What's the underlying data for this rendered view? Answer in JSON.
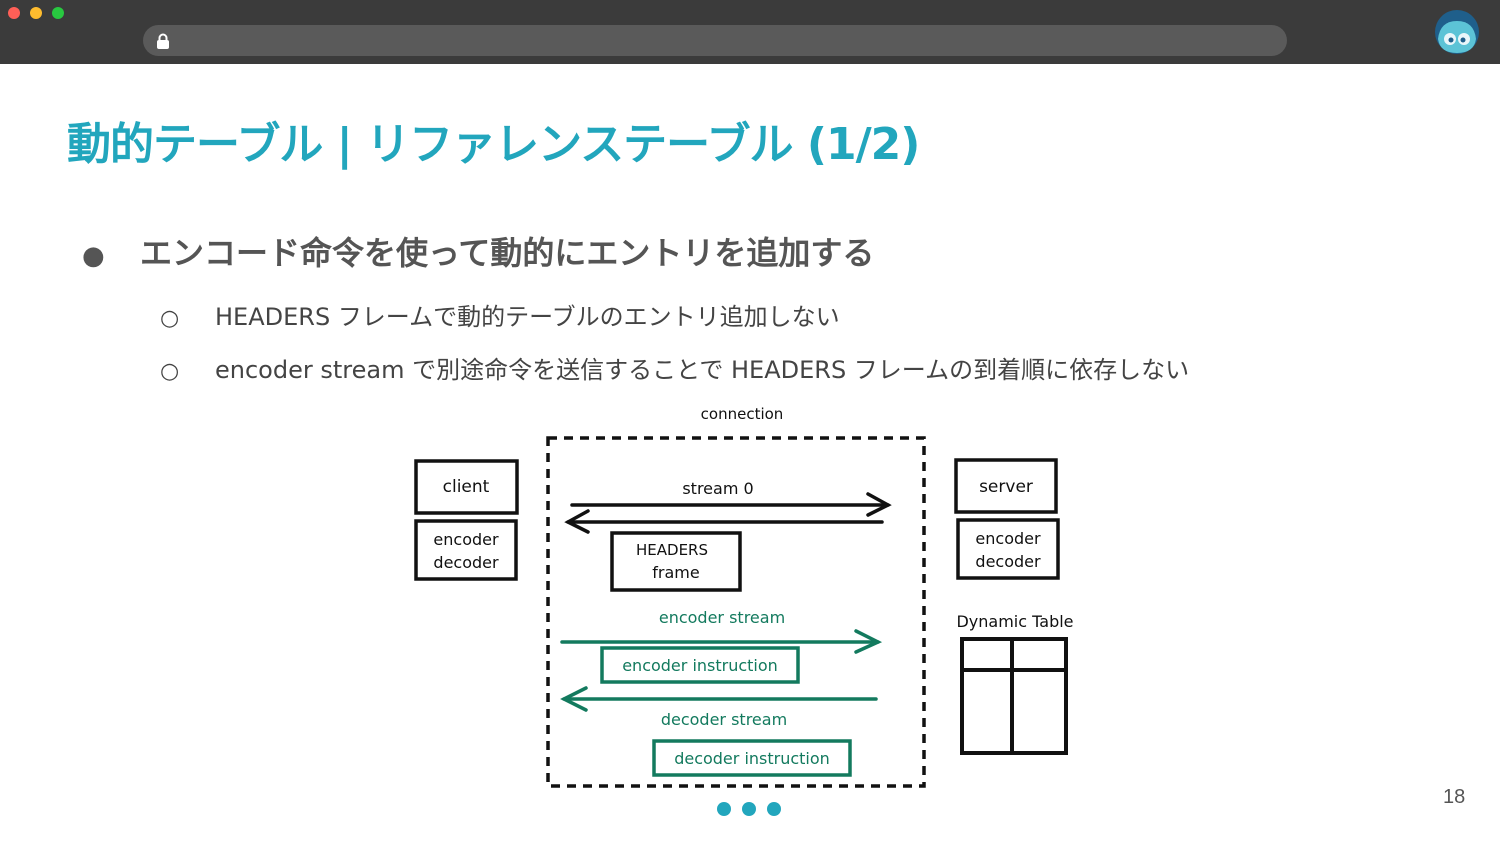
{
  "window": {
    "traffic_lights": [
      "close",
      "minimize",
      "maximize"
    ]
  },
  "urlbar": {
    "lock_icon": "lock-icon"
  },
  "slide": {
    "title": "動的テーブル | リファレンステーブル (1/2)",
    "bullet": "エンコード命令を使って動的にエントリを追加する",
    "bullet_marker": "●",
    "sub_marker": "○",
    "sub_bullets": [
      "HEADERS フレームで動的テーブルのエントリ追加しない",
      "encoder stream で別途命令を送信することで  HEADERS フレームの到着順に依存しない"
    ],
    "page_number": "18"
  },
  "diagram": {
    "connection_label": "connection",
    "client_label": "client",
    "client_codec": [
      "encoder",
      "decoder"
    ],
    "server_label": "server",
    "server_codec": [
      "encoder",
      "decoder"
    ],
    "stream0_label": "stream 0",
    "headers_frame": [
      "HEADERS",
      "frame"
    ],
    "encoder_stream_label": "encoder stream",
    "encoder_instruction_label": "encoder instruction",
    "decoder_stream_label": "decoder stream",
    "decoder_instruction_label": "decoder instruction",
    "dynamic_table_label": "Dynamic Table",
    "colors": {
      "black": "#111111",
      "green": "#137a5e",
      "accent": "#22a6bd"
    }
  }
}
